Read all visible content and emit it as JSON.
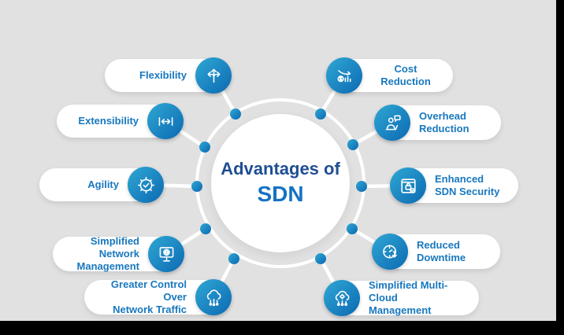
{
  "title": {
    "line1": "Advantages of",
    "line2": "SDN"
  },
  "pills": {
    "left": [
      {
        "label": "Flexibility",
        "icon": "flexibility-icon"
      },
      {
        "label": "Extensibility",
        "icon": "extensibility-icon"
      },
      {
        "label": "Agility",
        "icon": "agility-icon"
      },
      {
        "label": "Simplified Network\nManagement",
        "icon": "network-management-icon"
      },
      {
        "label": "Greater Control Over\nNetwork Traffic",
        "icon": "traffic-control-icon"
      }
    ],
    "right": [
      {
        "label": "Cost\nReduction",
        "icon": "cost-reduction-icon"
      },
      {
        "label": "Overhead\nReduction",
        "icon": "overhead-reduction-icon"
      },
      {
        "label": "Enhanced\nSDN Security",
        "icon": "sdn-security-icon"
      },
      {
        "label": "Reduced\nDowntime",
        "icon": "reduced-downtime-icon"
      },
      {
        "label": "Simplified Multi-Cloud\nManagement",
        "icon": "multi-cloud-management-icon"
      }
    ]
  },
  "colors": {
    "background": "#e1e1e2",
    "pill_background": "#ffffff",
    "pill_text": "#1878be",
    "title_primary": "#1f4e92",
    "title_accent": "#1672c4",
    "icon_gradient_start": "#2fa8d4",
    "icon_gradient_end": "#0c69b2",
    "connector": "#ffffff",
    "frame_bars": "#000000"
  }
}
